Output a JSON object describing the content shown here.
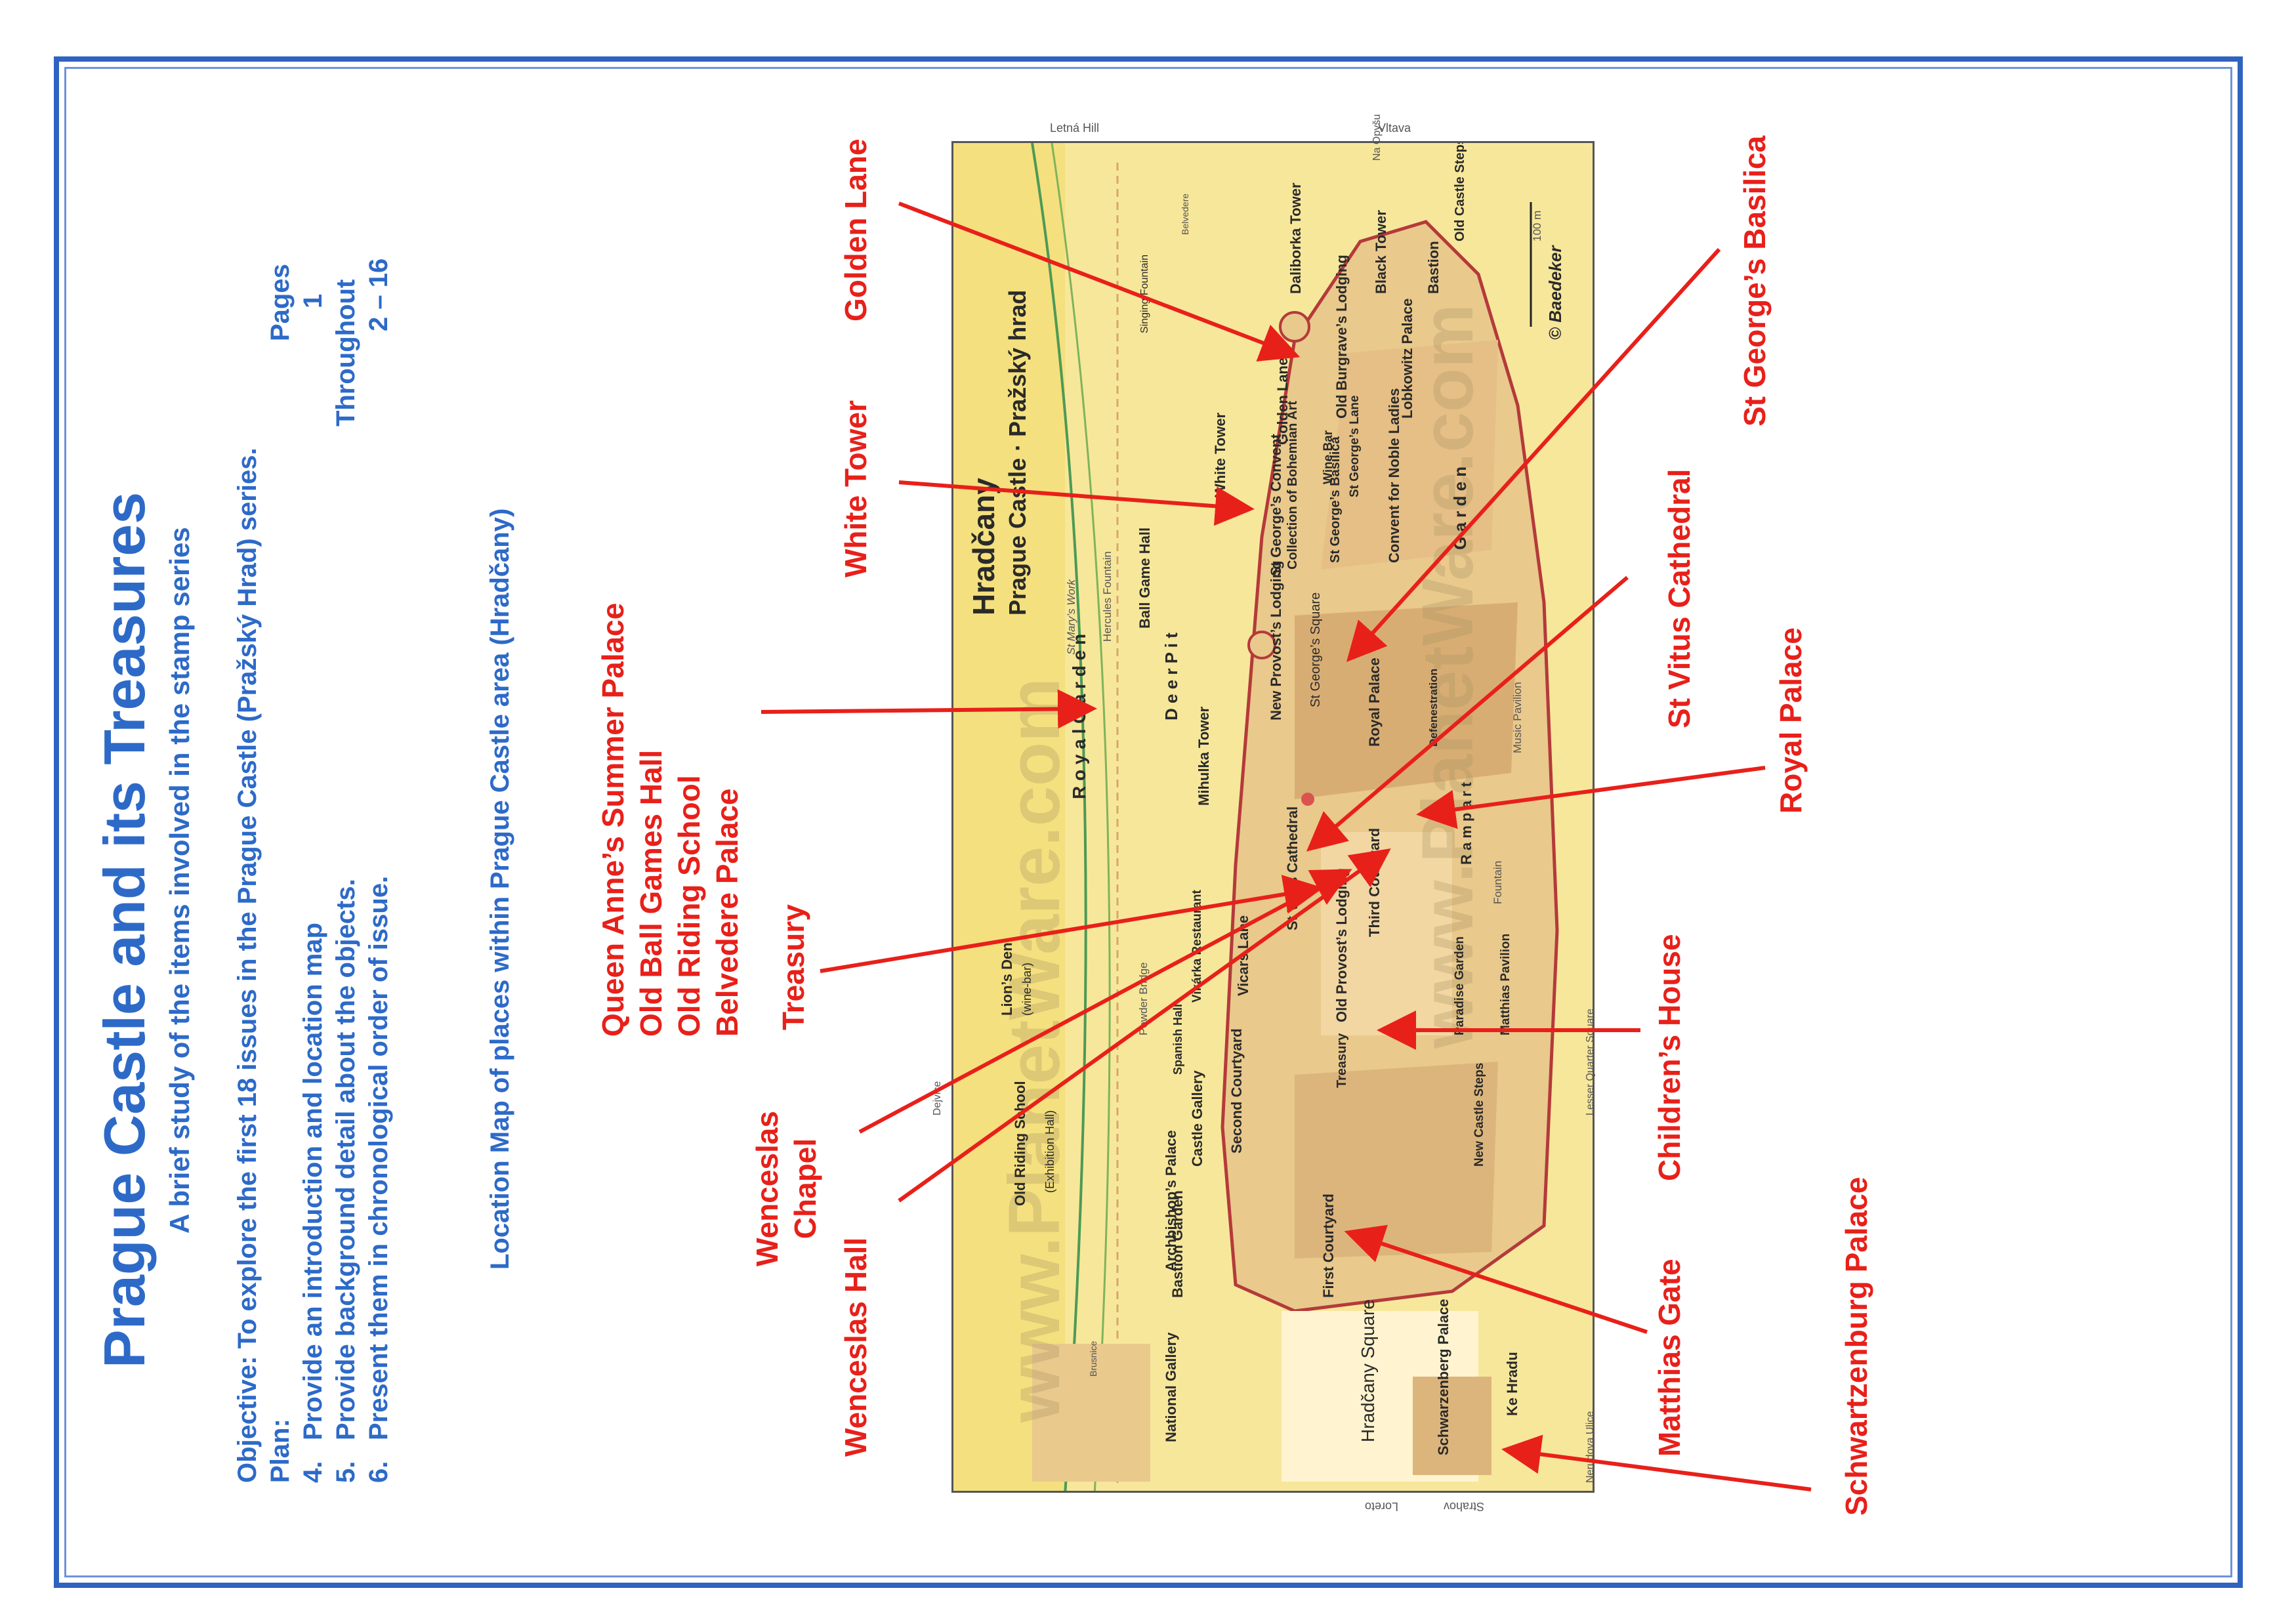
{
  "title": "Prague Castle and its Treasures",
  "subtitle": "A brief study of the items involved in the stamp series",
  "objective": "Objective: To explore the first 18 issues in the Prague Castle (Pražský Hrad) series.",
  "plan_label": "Plan:",
  "pages_header": "Pages",
  "plan_items": [
    {
      "num": "4.",
      "text": "Provide an introduction and location map",
      "pages": "1"
    },
    {
      "num": "5.",
      "text": "Provide background detail about the objects.",
      "pages": "Throughout"
    },
    {
      "num": "6.",
      "text": "Present them in chronological order of issue.",
      "pages": "2 – 16"
    }
  ],
  "location_caption": "Location Map of places within Prague Castle area (Hradčany)",
  "callouts": {
    "queen_anne": [
      "Queen Anne’s Summer Palace",
      "Old Ball Games Hall",
      "Old Riding School",
      "Belvedere Palace"
    ],
    "treasury": "Treasury",
    "wenceslas_chapel": [
      "Wenceslas",
      "Chapel"
    ],
    "wenceslas_hall": "Wenceslas Hall",
    "golden_lane": "Golden Lane",
    "white_tower": "White Tower",
    "st_vitus": "St Vitus Cathedral",
    "st_george_basilica": "St George’s Basilica",
    "royal_palace": "Royal Palace",
    "childrens_house": "Children’s House",
    "matthias_gate": "Matthias Gate",
    "schwartzenburg": "Schwartzenburg Palace"
  },
  "map": {
    "title": "Hradčany",
    "subtitle": "Prague Castle · Pražský hrad",
    "copyright": "© Baedeker",
    "scale": "100 m",
    "watermark": "www.PlanetWare.com",
    "edge_labels": {
      "letna": "Letná Hill",
      "vltava": "Vltava",
      "loreto": "Loreto",
      "strahov": "Strahov",
      "nerudova": "Nerudova Ulice",
      "lesser": "Lesser Quarter Square",
      "dejvice": "Dejvice",
      "na_opysu": "Na Opyšu",
      "brusnice": "Brusnice"
    },
    "labels": {
      "national_gallery": "National Gallery",
      "archbishops_palace": "Archbishop’s Palace",
      "hradcany_square": "Hradčany Square",
      "schwarzenberg_palace": "Schwarzenberg Palace",
      "ke_hradu": "Ke Hradu",
      "bastion_garden": "Bastion Garden",
      "first_courtyard": "First Courtyard",
      "castle_gallery": "Castle Gallery",
      "spanish_hall": "Spanish Hall",
      "second_courtyard": "Second Courtyard",
      "treasury": "Treasury",
      "old_riding_school": "Old Riding School",
      "exhibition_hall": "(Exhibition Hall)",
      "powder_bridge": "Powder Bridge",
      "lions_den": "Lion’s Den",
      "wine_bar": "(wine-bar)",
      "vikarka": "Vikárka Restaurant",
      "vicars_lane": "Vicars Lane",
      "old_provosts": "Old Provost’s Lodging",
      "st_vitus": "St Vitus Cathedral",
      "third_courtyard": "Third Courtyard",
      "paradise_garden": "Paradise Garden",
      "new_castle_steps": "New Castle Steps",
      "matthias_pavilion": "Matthias Pavilion",
      "rampart": "R a m p a r t",
      "fountain": "Fountain",
      "music_pavilion": "Music Pavilion",
      "defenestration": "Defenestration",
      "royal_palace": "Royal Palace",
      "mihulka": "Mihulka Tower",
      "deer_pit": "D e e r   P i t",
      "royal_garden": "R o y a l   G a r d e n",
      "new_provosts": "New Provost’s Lodging",
      "st_georges_square": "St George’s Square",
      "ball_game_hall": "Ball Game Hall",
      "hercules_fountain": "Hercules Fountain",
      "st_marys_work": "St Mary’s Work",
      "st_georges_convent": "St George’s Convent",
      "bohemian_art": "Collection of Bohemian Art",
      "st_georges_basilica": "St George’s Basilica",
      "convent_noble_ladies": "Convent for Noble Ladies",
      "garden": "G a r d e n",
      "white_tower": "White Tower",
      "golden_lane": "Golden Lane",
      "wine_bar2": "Wine Bar",
      "st_georges_lane": "St George’s Lane",
      "old_burgraves": "Old Burgrave’s Lodging",
      "lobkowitz": "Lobkowitz Palace",
      "daliborka": "Daliborka Tower",
      "black_tower": "Black Tower",
      "bastion": "Bastion",
      "old_castle_steps": "Old Castle Steps",
      "singing_fountain": "Singing Fountain",
      "belvedere": "Belvedere"
    }
  }
}
